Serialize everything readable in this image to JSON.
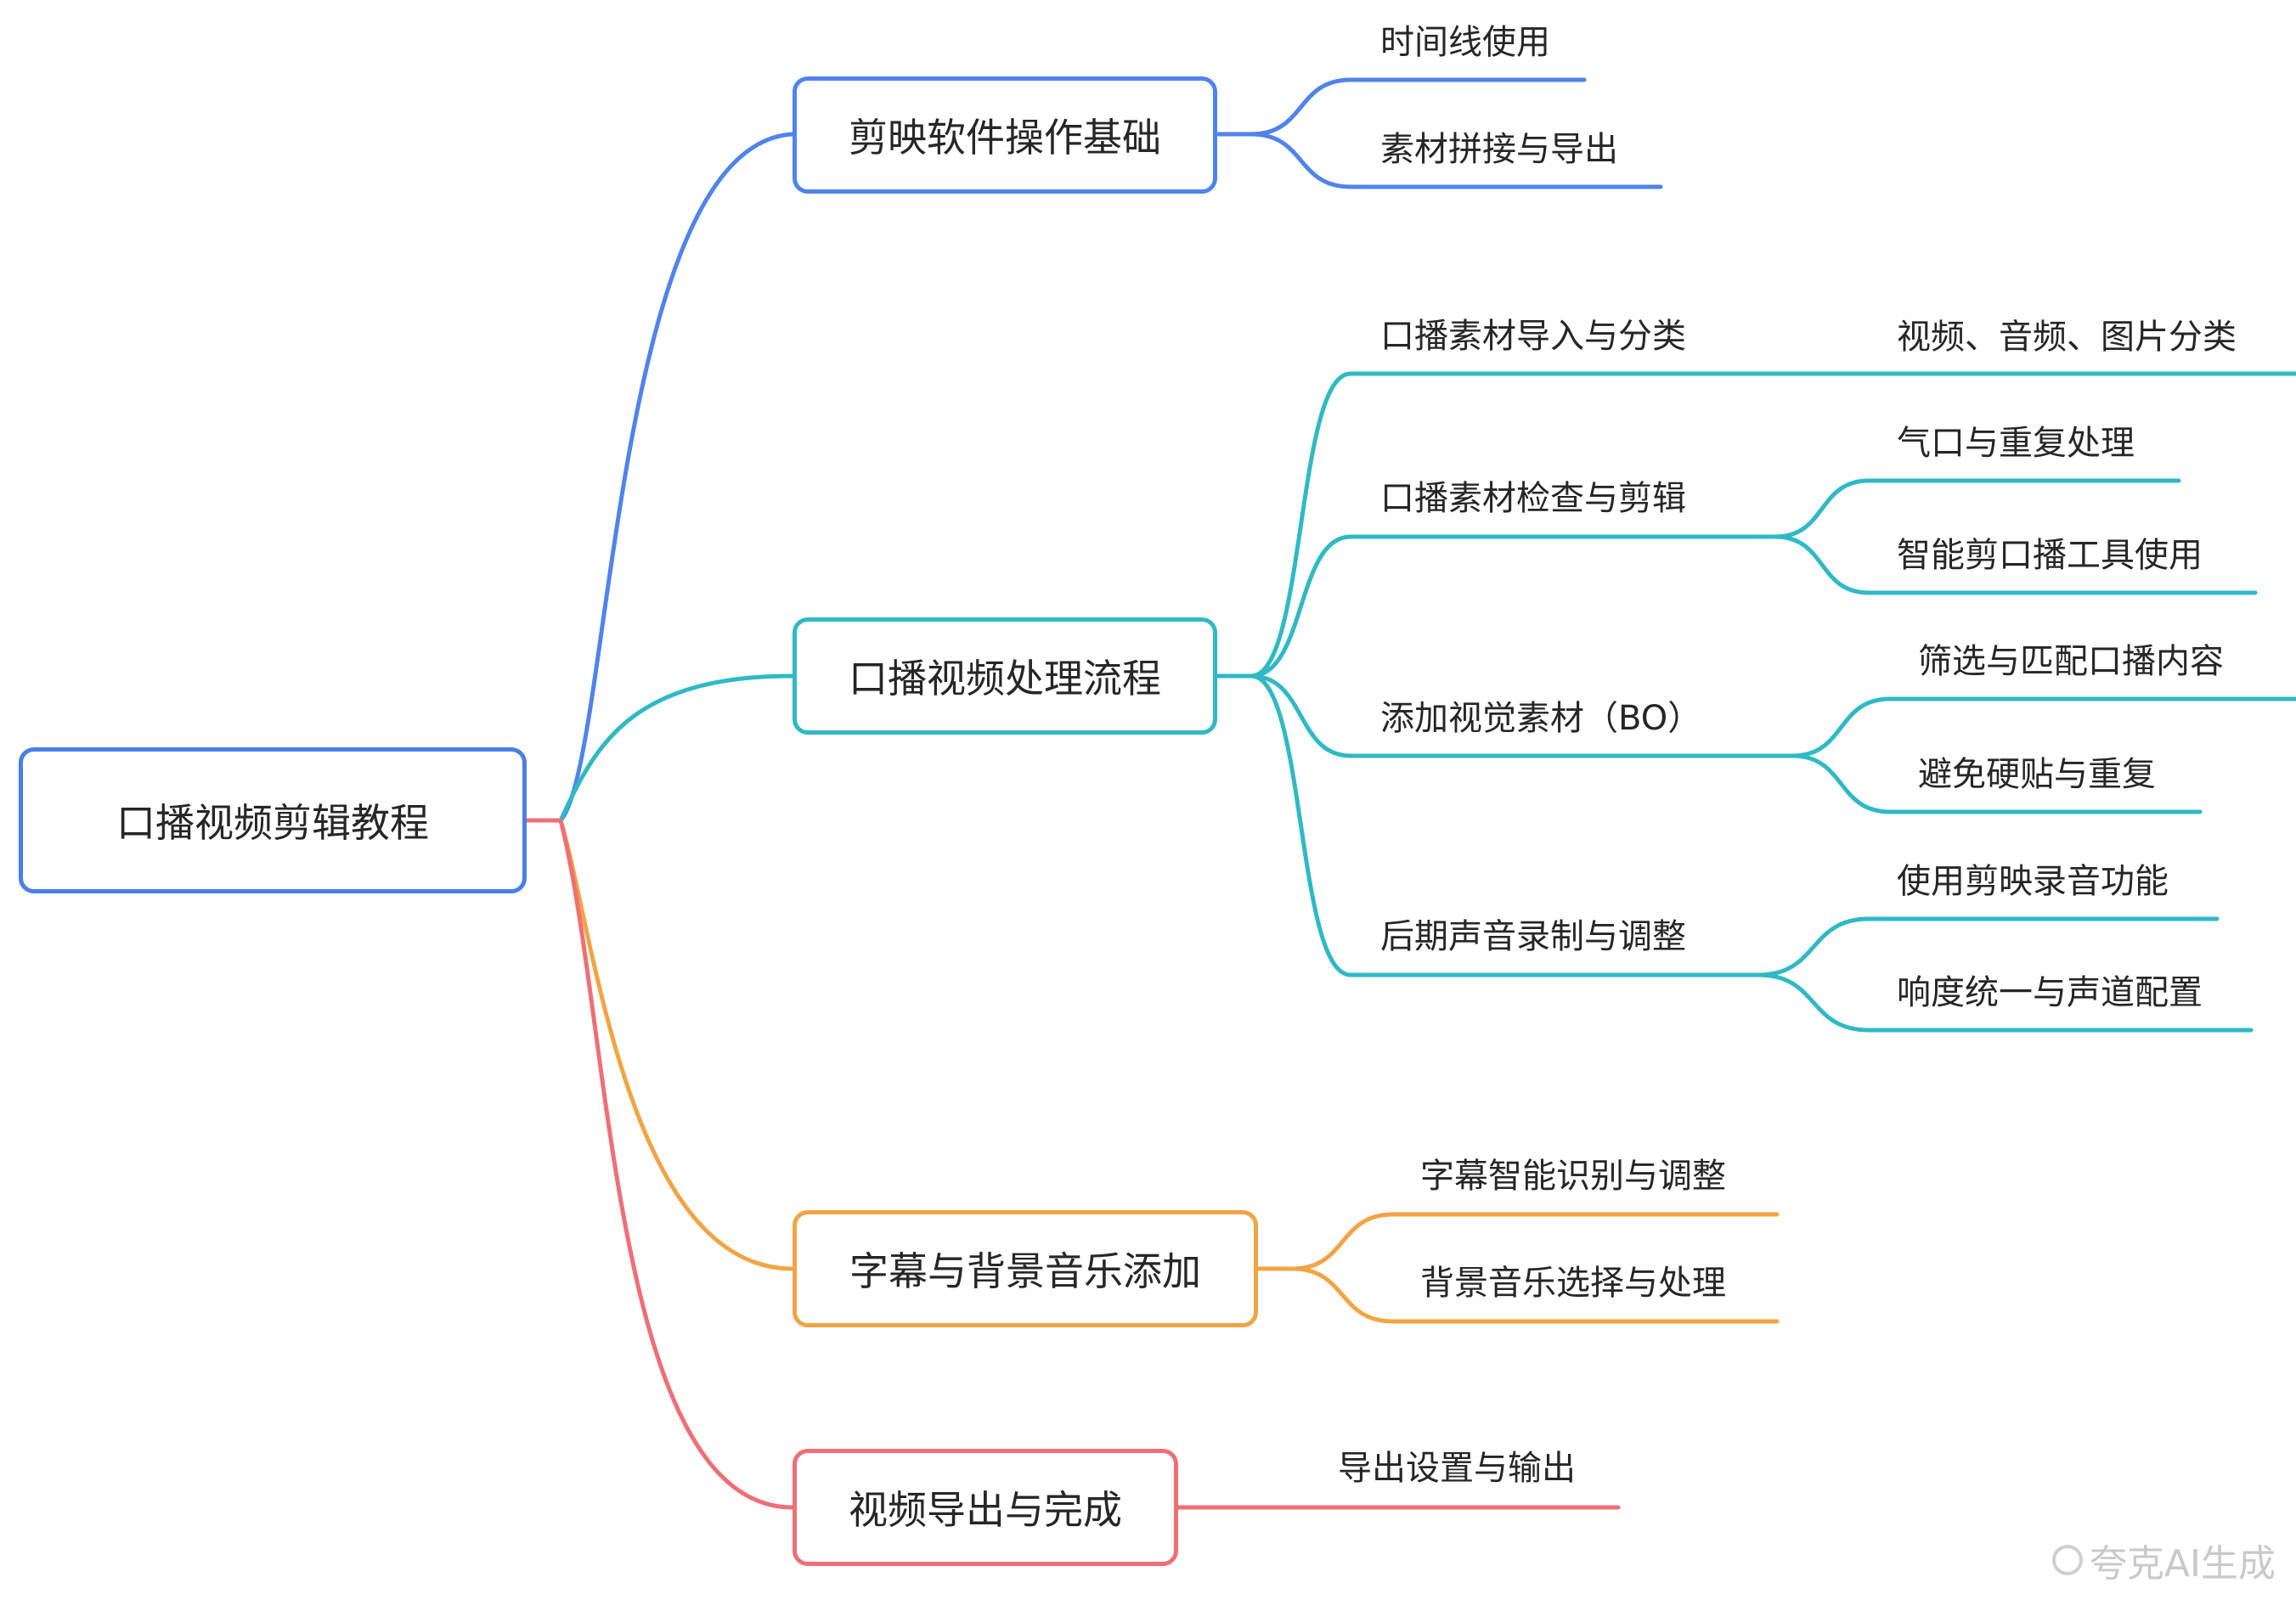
{
  "root": {
    "label": "口播视频剪辑教程",
    "color": "#4a7fe8"
  },
  "branches": [
    {
      "label": "剪映软件操作基础",
      "color": "#4f83ee",
      "children": [
        {
          "label": "时间线使用"
        },
        {
          "label": "素材拼接与导出"
        }
      ]
    },
    {
      "label": "口播视频处理流程",
      "color": "#2fb9c6",
      "children": [
        {
          "label": "口播素材导入与分类",
          "children": [
            {
              "label": "视频、音频、图片分类"
            }
          ]
        },
        {
          "label": "口播素材检查与剪辑",
          "children": [
            {
              "label": "气口与重复处理"
            },
            {
              "label": "智能剪口播工具使用"
            }
          ]
        },
        {
          "label": "添加视觉素材（BO）",
          "children": [
            {
              "label": "筛选与匹配口播内容"
            },
            {
              "label": "避免硬贴与重复"
            }
          ]
        },
        {
          "label": "后期声音录制与调整",
          "children": [
            {
              "label": "使用剪映录音功能"
            },
            {
              "label": "响度统一与声道配置"
            }
          ]
        }
      ]
    },
    {
      "label": "字幕与背景音乐添加",
      "color": "#f2a444",
      "children": [
        {
          "label": "字幕智能识别与调整"
        },
        {
          "label": "背景音乐选择与处理"
        }
      ]
    },
    {
      "label": "视频导出与完成",
      "color": "#f06e75",
      "children": [
        {
          "label": "导出设置与输出"
        }
      ]
    }
  ],
  "watermark": "夸克AI生成"
}
